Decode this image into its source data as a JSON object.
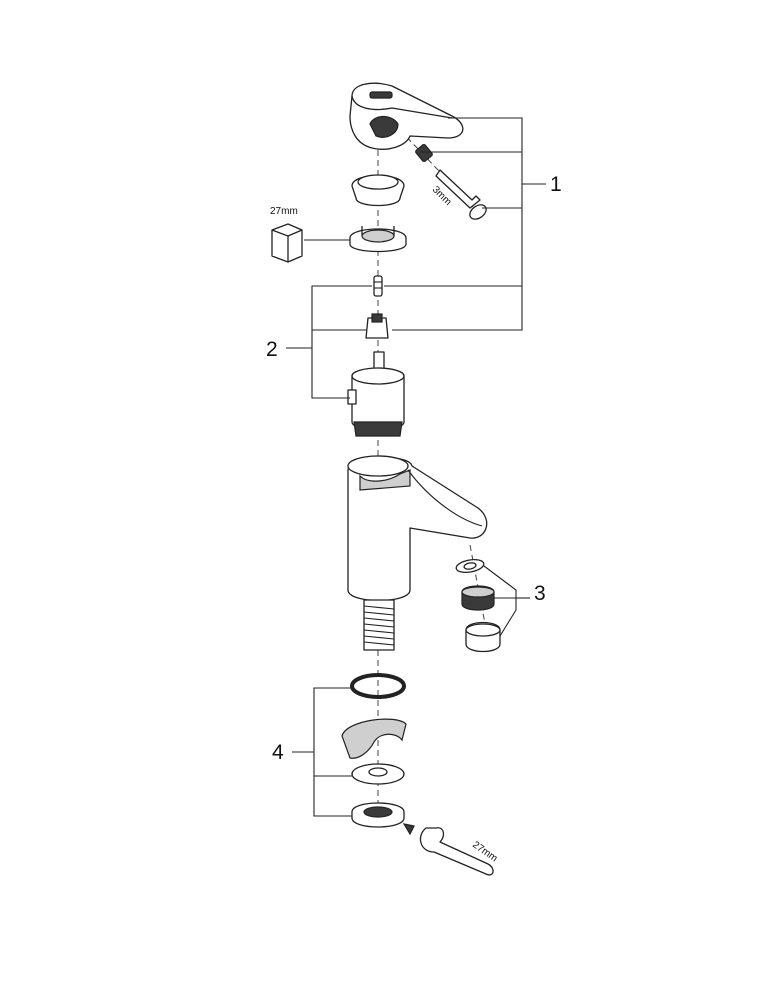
{
  "callouts": {
    "group1": "1",
    "group2": "2",
    "group3": "3",
    "group4": "4"
  },
  "tool_labels": {
    "allen_key": "3mm",
    "socket": "27mm",
    "spanner": "27mm"
  }
}
